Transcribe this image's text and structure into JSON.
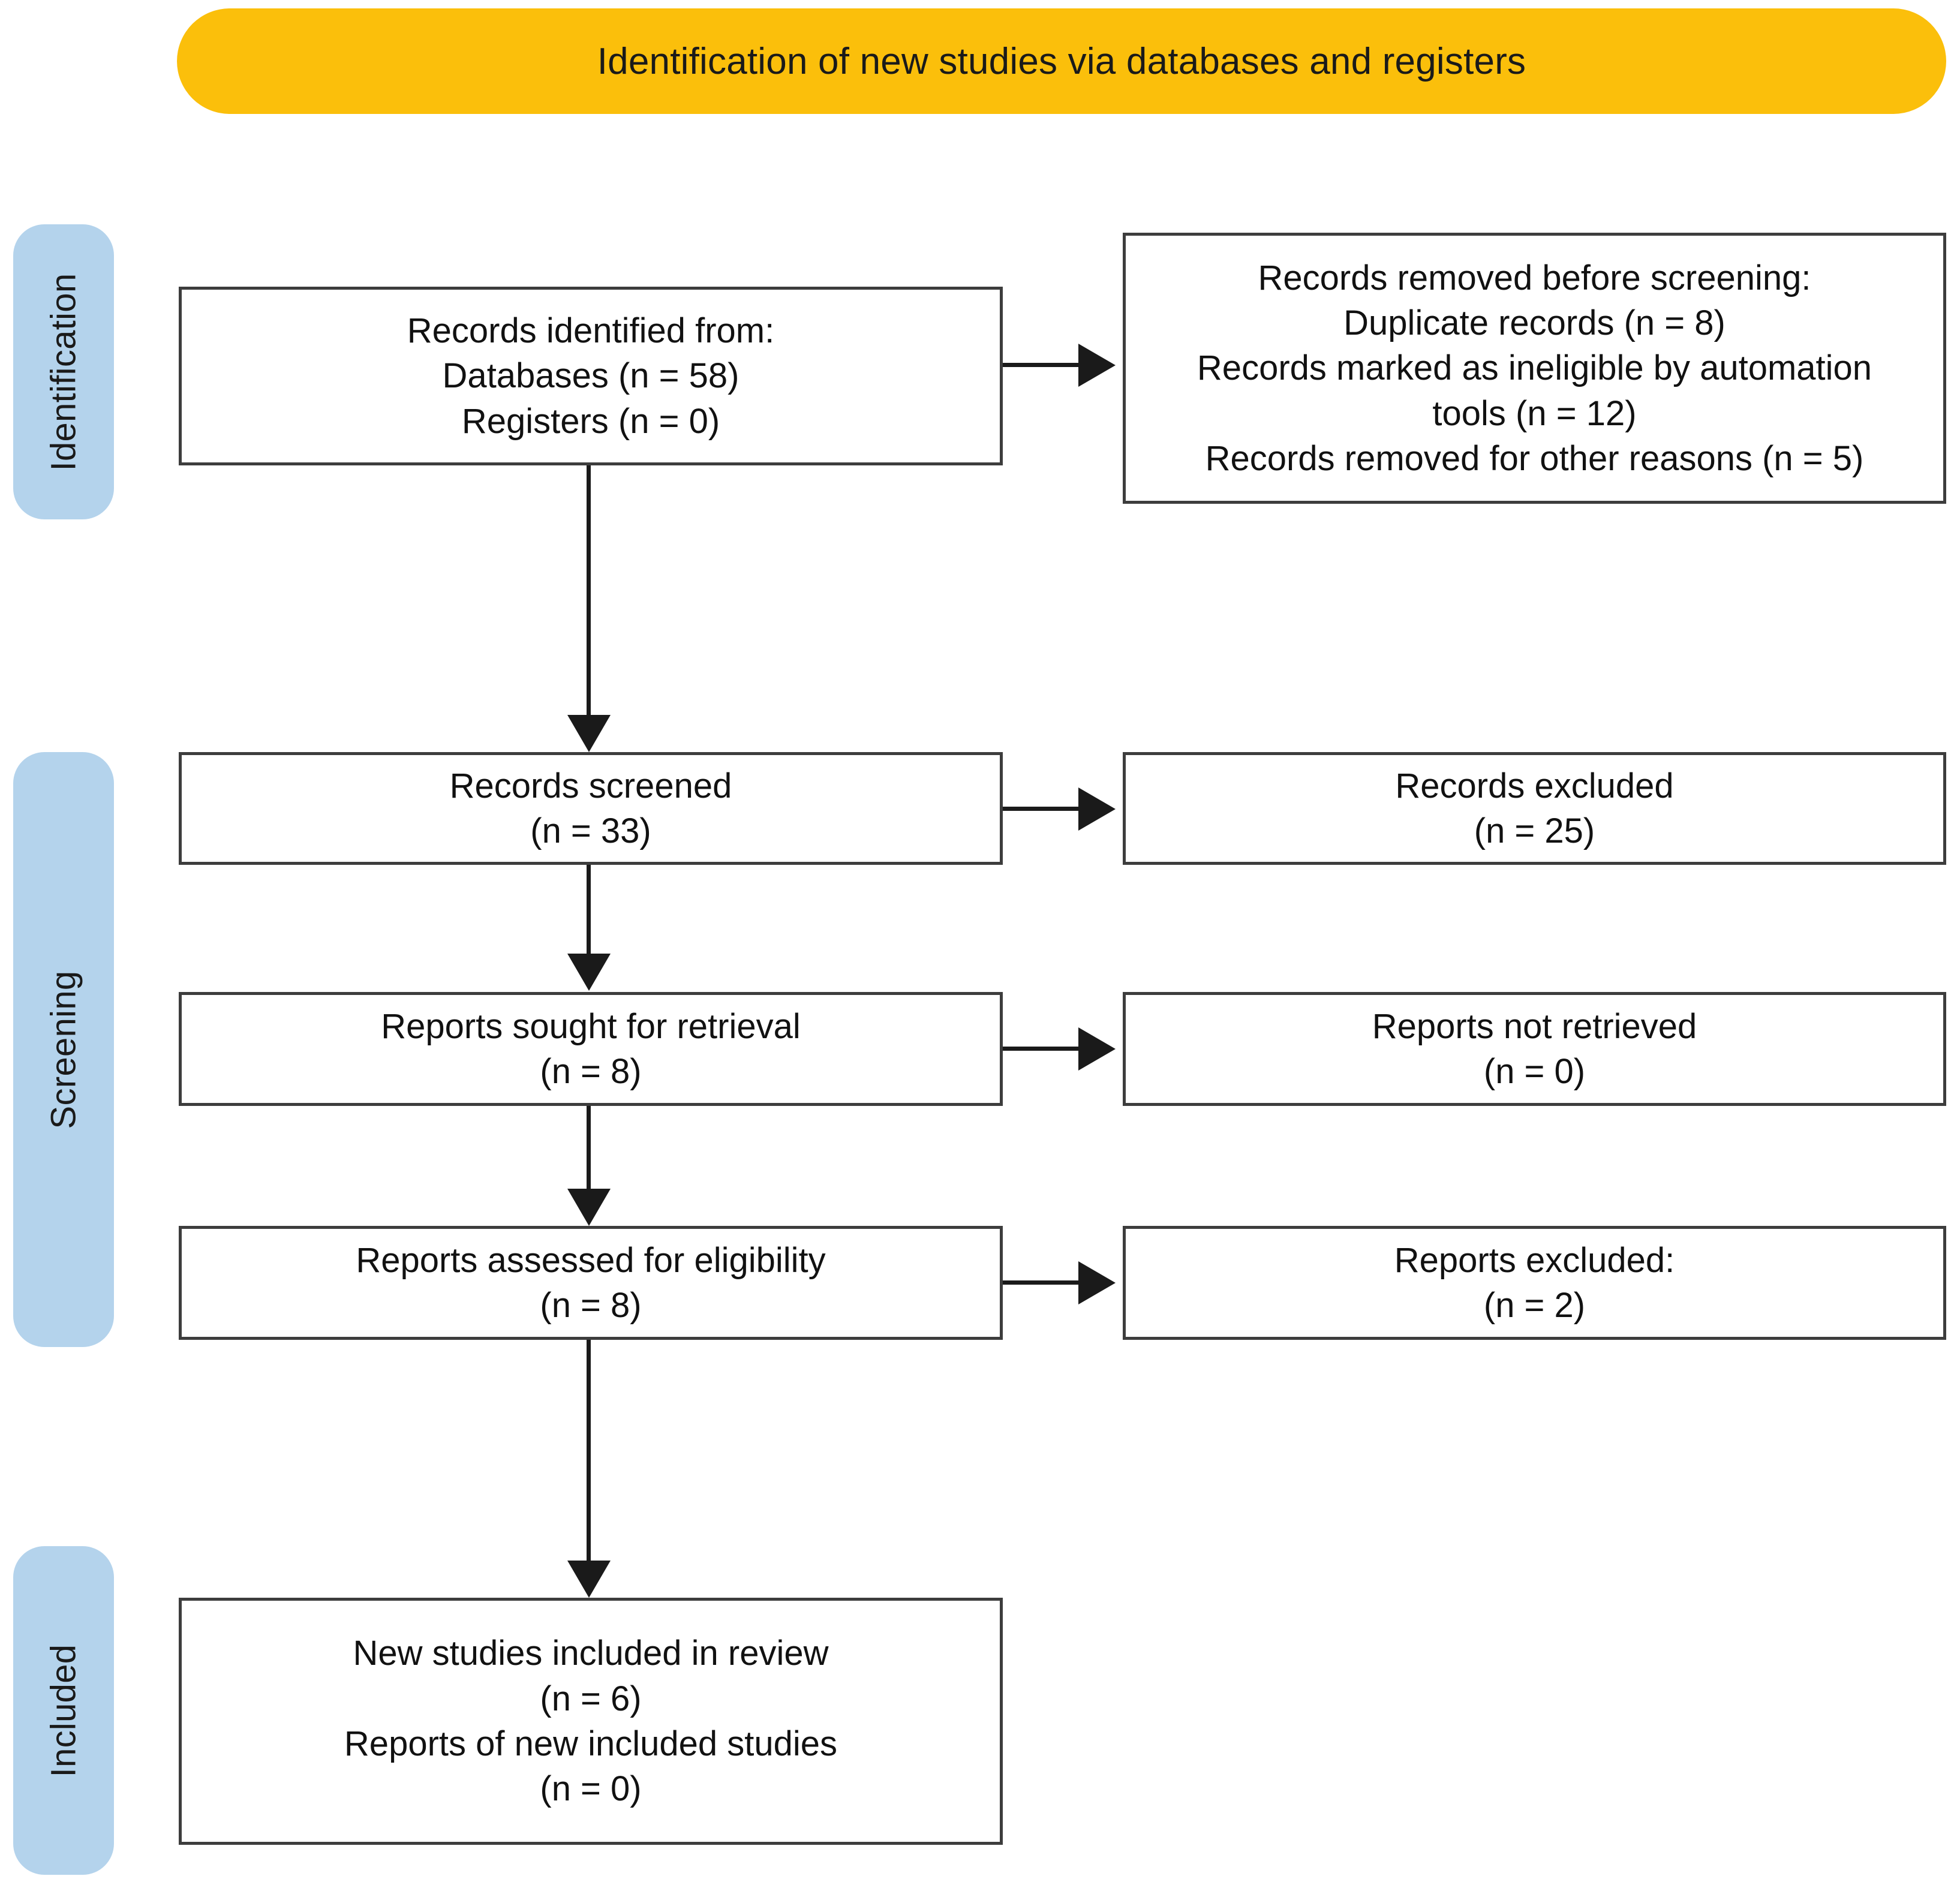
{
  "banner": {
    "title": "Identification of new studies via databases and registers",
    "color": "#FBBF0B"
  },
  "stages": {
    "color": "#B4D3EC",
    "identification": "Identification",
    "screening": "Screening",
    "included": "Included"
  },
  "boxes": {
    "identified": {
      "line1": "Records identified from:",
      "line2": "Databases (n = 58)",
      "line3": "Registers (n = 0)"
    },
    "removed": {
      "line1": "Records removed before screening:",
      "line2": "Duplicate records (n = 8)",
      "line3": "Records marked as ineligible by automation",
      "line4": "tools (n = 12)",
      "line5": "Records removed for other reasons (n = 5)"
    },
    "screened": {
      "line1": "Records screened",
      "line2": "(n = 33)"
    },
    "excluded_records": {
      "line1": "Records excluded",
      "line2": "(n = 25)"
    },
    "sought": {
      "line1": "Reports sought for retrieval",
      "line2": "(n = 8)"
    },
    "not_retrieved": {
      "line1": "Reports not retrieved",
      "line2": "(n = 0)"
    },
    "assessed": {
      "line1": "Reports assessed for eligibility",
      "line2": "(n = 8)"
    },
    "excluded_reports": {
      "line1": "Reports excluded:",
      "line2": "(n = 2)"
    },
    "included": {
      "line1": "New studies included in review",
      "line2": "(n = 6)",
      "line3": "Reports of new included studies",
      "line4": "(n = 0)"
    }
  },
  "chart_data": {
    "type": "table",
    "title": "Identification of new studies via databases and registers",
    "nodes": [
      {
        "stage": "Identification",
        "label": "Records identified from: Databases",
        "n": 58
      },
      {
        "stage": "Identification",
        "label": "Records identified from: Registers",
        "n": 0
      },
      {
        "stage": "Identification",
        "label": "Duplicate records removed before screening",
        "n": 8
      },
      {
        "stage": "Identification",
        "label": "Records marked as ineligible by automation tools",
        "n": 12
      },
      {
        "stage": "Identification",
        "label": "Records removed for other reasons",
        "n": 5
      },
      {
        "stage": "Screening",
        "label": "Records screened",
        "n": 33
      },
      {
        "stage": "Screening",
        "label": "Records excluded",
        "n": 25
      },
      {
        "stage": "Screening",
        "label": "Reports sought for retrieval",
        "n": 8
      },
      {
        "stage": "Screening",
        "label": "Reports not retrieved",
        "n": 0
      },
      {
        "stage": "Screening",
        "label": "Reports assessed for eligibility",
        "n": 8
      },
      {
        "stage": "Screening",
        "label": "Reports excluded",
        "n": 2
      },
      {
        "stage": "Included",
        "label": "New studies included in review",
        "n": 6
      },
      {
        "stage": "Included",
        "label": "Reports of new included studies",
        "n": 0
      }
    ]
  }
}
